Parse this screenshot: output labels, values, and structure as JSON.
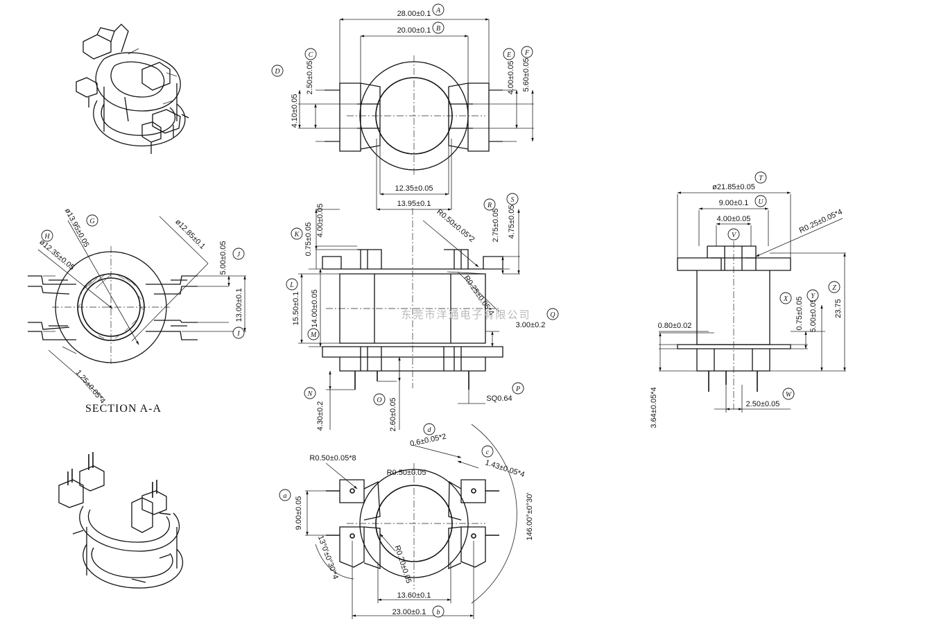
{
  "watermark": "东莞市洋通电子有限公司",
  "section_label": "SECTION A-A",
  "top_view": {
    "A": "28.00±0.1",
    "B": "20.00±0.1",
    "C": "2.50±0.05",
    "D": "4.10±0.05",
    "E": "4.00±0.05",
    "F": "5.60±0.05",
    "w1": "12.35±0.05",
    "w2": "13.95±0.1",
    "tags": [
      "A",
      "B",
      "C",
      "D",
      "E",
      "F"
    ]
  },
  "section_view": {
    "G": "ø13.95±0.05",
    "H": "ø12.35±0.05",
    "dia": "ø12.85±0.1",
    "J": "5.00±0.05",
    "I": "13.00±0.1",
    "pin": "1.25±0.05*4",
    "tags": [
      "G",
      "H",
      "J",
      "I"
    ]
  },
  "front_view": {
    "K1": "0.75±0.05",
    "K2": "4.00±0.05",
    "R_r": "2.75±0.05",
    "S": "4.75±0.05",
    "R05": "R0.50±0.05*2",
    "R025": "R0.25±0.05*4",
    "L": "15.50±0.1",
    "M": "14.00±0.05",
    "Q": "3.00±0.2",
    "N": "4.30±0.2",
    "O": "2.60±0.05",
    "P": "SQ0.64",
    "tags": [
      "K",
      "R",
      "S",
      "L",
      "M",
      "Q",
      "N",
      "O",
      "P"
    ]
  },
  "side_view": {
    "T": "ø21.85±0.05",
    "U": "9.00±0.1",
    "V": "4.00±0.05",
    "Rs": "R0.25±0.05*4",
    "X": "0.75±0.05",
    "Y": "5.00±0.05",
    "Z": "23.75",
    "s080": "0.80±0.02",
    "s364": "3.64±0.05*4",
    "W": "2.50±0.05",
    "tags": [
      "T",
      "U",
      "V",
      "X",
      "Y",
      "Z",
      "W"
    ]
  },
  "bottom_view": {
    "R8": "R0.50±0.05*8",
    "R05": "R0.50±0.05",
    "d": "0.6±0.05*2",
    "c": "1.43±0.05*4",
    "ang146": "146.00°±0°30'",
    "a": "9.00±0.05",
    "ang13": "13°0'±0°30'*4",
    "R020": "R0.20±0.05",
    "w1": "13.60±0.1",
    "b": "23.00±0.1",
    "tags": [
      "a",
      "b",
      "c",
      "d"
    ]
  }
}
